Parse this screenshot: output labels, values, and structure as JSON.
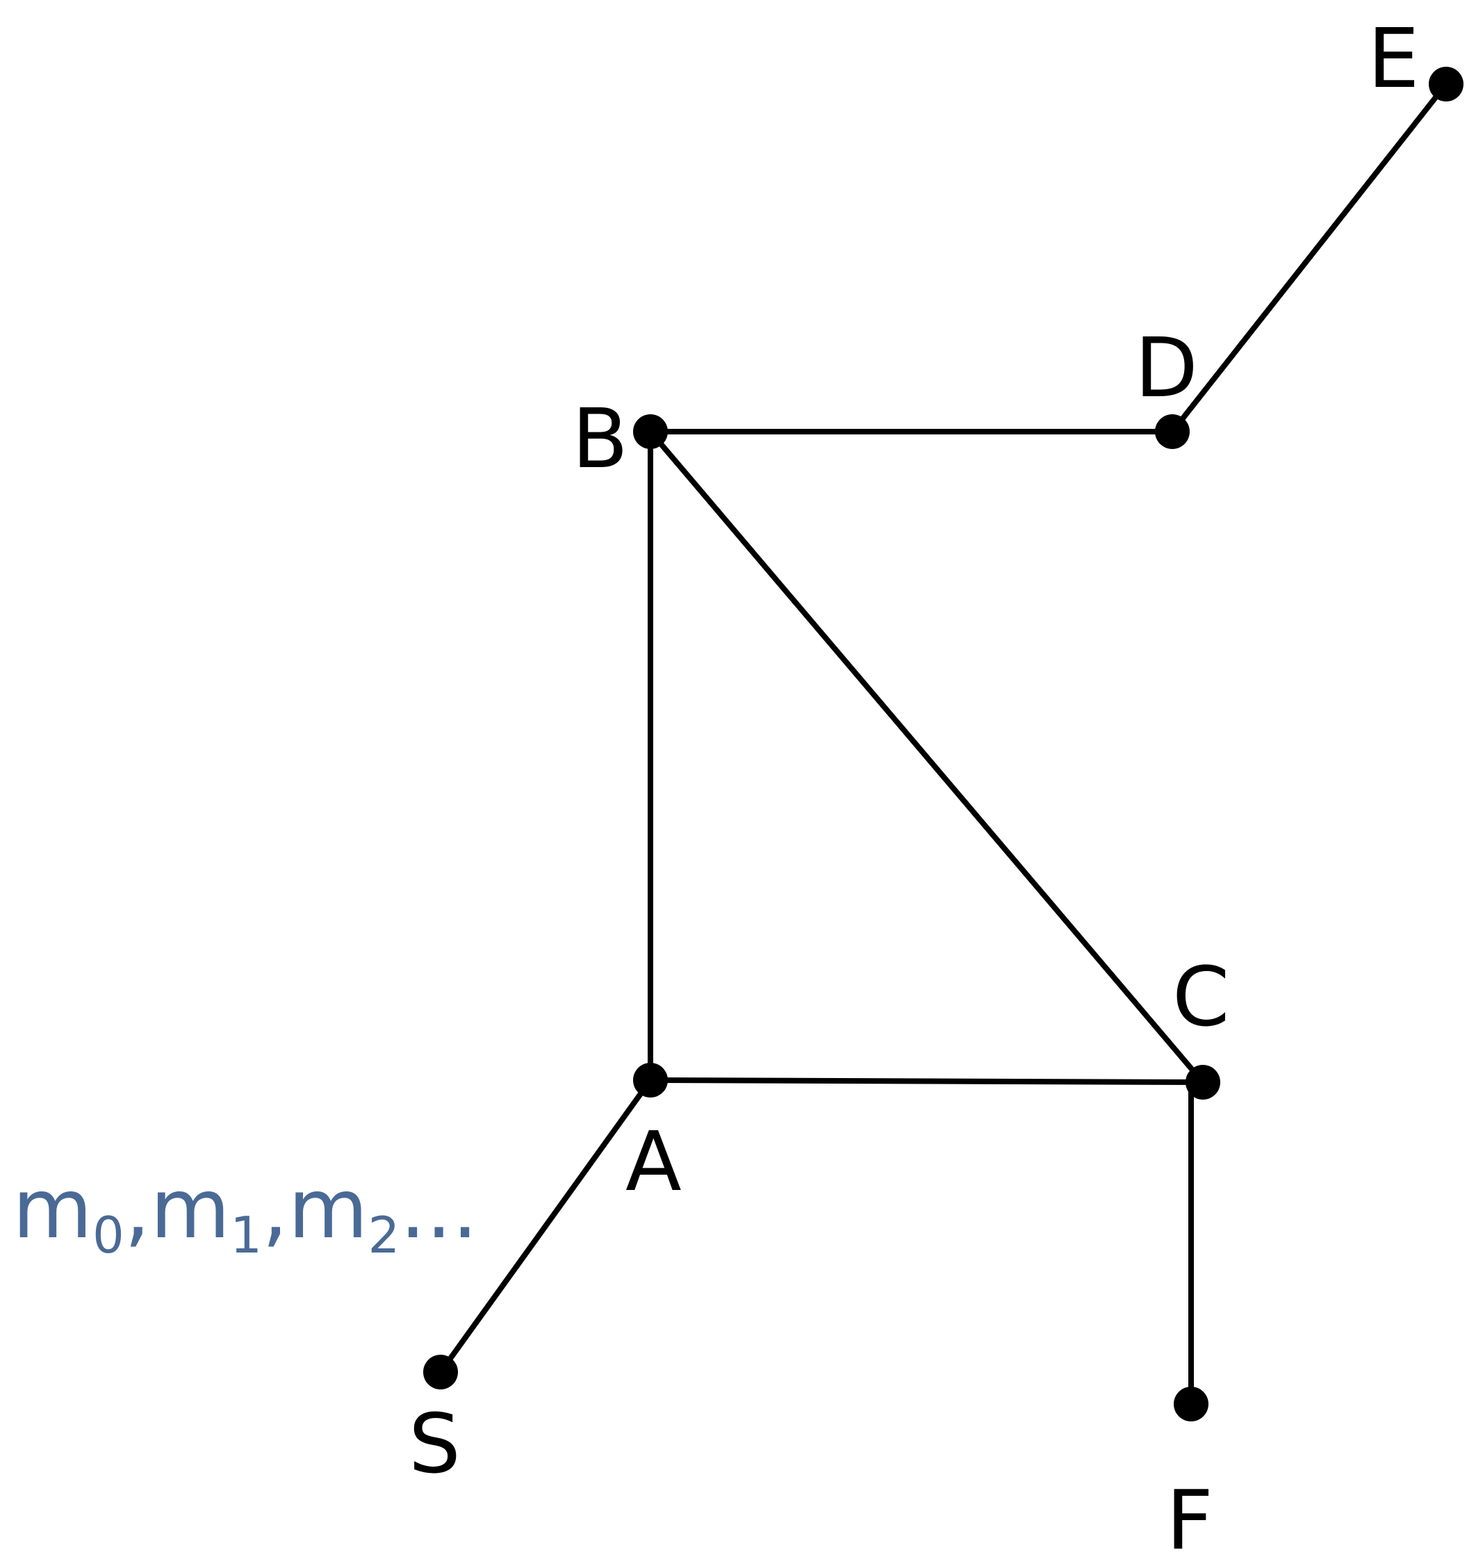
{
  "diagram": {
    "nodes": [
      {
        "id": "A",
        "label": "A"
      },
      {
        "id": "B",
        "label": "B"
      },
      {
        "id": "C",
        "label": "C"
      },
      {
        "id": "D",
        "label": "D"
      },
      {
        "id": "E",
        "label": "E"
      },
      {
        "id": "F",
        "label": "F"
      },
      {
        "id": "S",
        "label": "S"
      }
    ],
    "edges": [
      {
        "from": "S",
        "to": "A"
      },
      {
        "from": "A",
        "to": "B"
      },
      {
        "from": "A",
        "to": "C"
      },
      {
        "from": "B",
        "to": "C"
      },
      {
        "from": "B",
        "to": "D"
      },
      {
        "from": "D",
        "to": "E"
      },
      {
        "from": "C",
        "to": "F"
      }
    ],
    "annotation": {
      "m": "m",
      "s0": "0",
      "s1": "1",
      "s2": "2",
      "comma": ",",
      "ellipsis": "...",
      "color": "#4a6a96"
    }
  }
}
